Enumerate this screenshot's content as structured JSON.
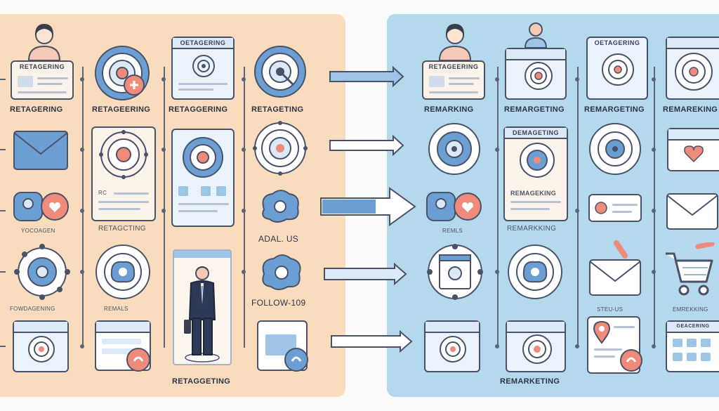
{
  "left_panel": {
    "bottom_label": "RETAGGETING",
    "row_labels": {
      "r1c1": "RETAGERING",
      "r1c2": "RETAGEERING",
      "r1c3": "RETAGGERING",
      "r1c4": "RETAGETING",
      "r3c1": "YOCOAGEN",
      "r3c2": "RETAGCTING",
      "r3c4": "ADAL. US",
      "r4c1": "FOWDAGENING",
      "r4c2": "REMALS",
      "r4c4": "FOLLOW-109"
    },
    "card_titles": {
      "r1c1": "RETAGERING",
      "r1c3": "OETAGERING",
      "r3c2_text": "RC"
    }
  },
  "right_panel": {
    "bottom_label": "REMARKETING",
    "row_labels": {
      "r1c1": "REMARKING",
      "r1c2": "REMARGETING",
      "r1c3": "REMARGETING",
      "r1c4": "REMAREKING",
      "r3c1": "REMLS",
      "r3c2": "REMARKKING",
      "r4c3": "STEU-US",
      "r4c4": "EMREKKING"
    },
    "card_titles": {
      "r1c1": "RETAGEERING",
      "r1c3": "OETAGERING",
      "r2c2": "DEMAGETING",
      "r2c2_sub": "REMAGEKING",
      "r4c4": "GEACERING"
    }
  },
  "colors": {
    "left_bg": "#f9dcbd",
    "right_bg": "#b4d8ec",
    "stroke": "#4a5268",
    "accent_blue": "#6b9fd4",
    "accent_coral": "#f08a7a"
  },
  "icons": [
    "user-icon",
    "target-icon",
    "envelope-icon",
    "heart-icon",
    "businessman-icon",
    "shopping-cart-icon",
    "arrow-right-icon",
    "browser-window-icon"
  ]
}
